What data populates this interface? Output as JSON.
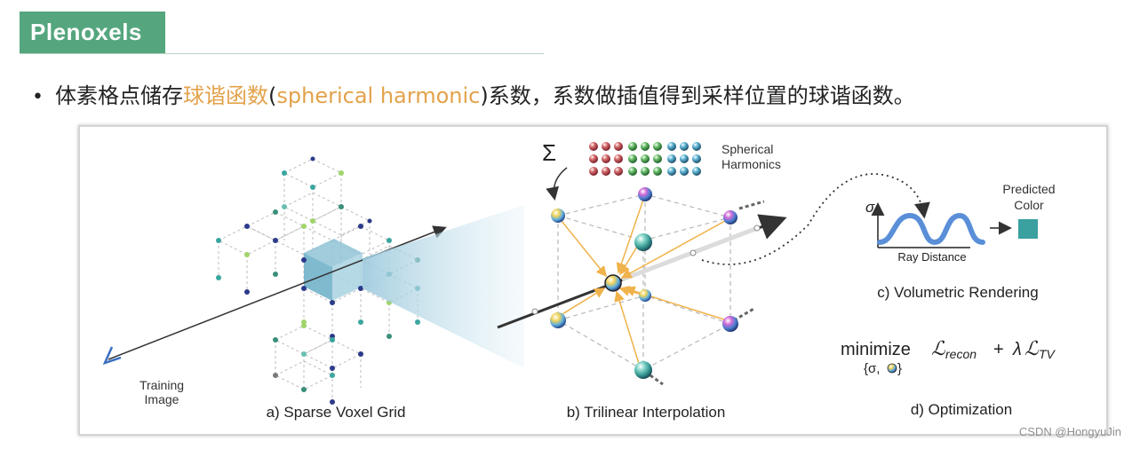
{
  "slide": {
    "title": "Plenoxels",
    "bullet": {
      "marker": "•",
      "prefix": "体素格点储存",
      "highlight1": "球谐函数",
      "paren_open": "(",
      "highlight2": "spherical harmonic",
      "suffix": ")系数，系数做插值得到采样位置的球谐函数。"
    }
  },
  "figure": {
    "panel_a": {
      "caption": "a) Sparse Voxel Grid",
      "camera_label_1": "Training",
      "camera_label_2": "Image"
    },
    "panel_b": {
      "caption": "b) Trilinear Interpolation",
      "sum_symbol": "Σ",
      "sh_label_1": "Spherical",
      "sh_label_2": "Harmonics"
    },
    "panel_c": {
      "caption": "c) Volumetric Rendering",
      "y_axis_symbol": "σ",
      "x_axis_label": "Ray Distance",
      "output_label_1": "Predicted",
      "output_label_2": "Color"
    },
    "panel_d": {
      "caption": "d) Optimization",
      "word": "minimize",
      "loss_L": "ℒ",
      "recon_sub": "recon",
      "plus": "+",
      "lambda": "λ",
      "tv_sub": "TV",
      "subscript": "{σ,",
      "subscript_close": "}"
    }
  },
  "colors": {
    "title_bg": "#55a67e",
    "highlight": "#e3a24b",
    "output_color": "#3aa0a0",
    "curve": "#5a8fd8"
  },
  "watermark": "CSDN @HongyuJin"
}
